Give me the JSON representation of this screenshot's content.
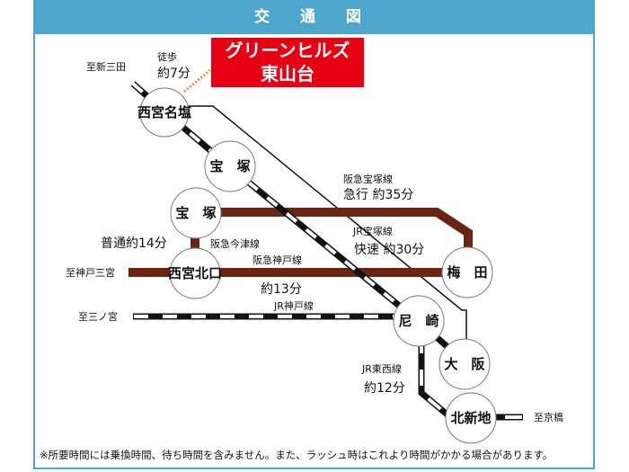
{
  "header": {
    "title": "交 通 図"
  },
  "property": {
    "name_line1": "グリーンヒルズ",
    "name_line2": "東山台",
    "color": "#e60012"
  },
  "walk": {
    "label": "徒歩",
    "time": "約7分"
  },
  "stations": {
    "nishinomiya_najio": "西宮名塩",
    "takarazuka_jr": "宝　塚",
    "takarazuka_hankyu": "宝　塚",
    "nishinomiya_kitaguchi": "西宮北口",
    "umeda": "梅　田",
    "amagasaki": "尼　崎",
    "osaka": "大　阪",
    "kitashinchi": "北新地"
  },
  "directions": {
    "shin_sanda": "至新三田",
    "kobe_sannomiya": "至神戸三宮",
    "sannomiya": "至三ノ宮",
    "kyobashi": "至京橋"
  },
  "lines": {
    "hankyu_takarazuka": {
      "name": "阪急宝塚線",
      "time": "急行 約35分"
    },
    "jr_takarazuka": {
      "name": "JR宝塚線",
      "time": "快速 約30分"
    },
    "hankyu_imazu": {
      "name": "阪急今津線",
      "time": "普通約14分"
    },
    "hankyu_kobe": {
      "name": "阪急神戸線",
      "time": "約13分"
    },
    "jr_kobe": {
      "name": "JR神戸線"
    },
    "jr_tozai": {
      "name": "JR東西線",
      "time": "約12分"
    }
  },
  "colors": {
    "header": "#4fa6cc",
    "hankyu": "#6b2312",
    "walk": "#f0904a"
  },
  "note": "※所要時間には乗換時間、待ち時間を含みません。また、ラッシュ時はこれより時間がかかる場合があります。"
}
